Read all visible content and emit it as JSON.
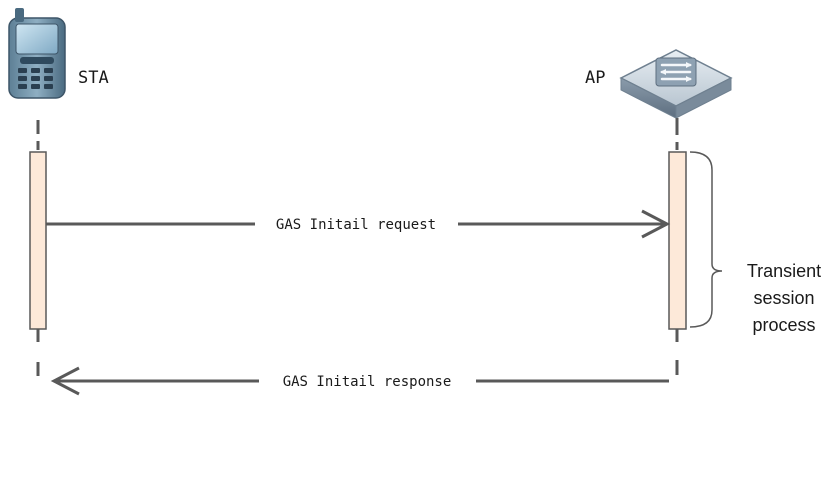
{
  "participants": {
    "sta": {
      "label": "STA",
      "icon": "mobile-phone-icon"
    },
    "ap": {
      "label": "AP",
      "icon": "access-point-icon"
    }
  },
  "messages": [
    {
      "label": "GAS Initail request",
      "from": "STA",
      "to": "AP"
    },
    {
      "label": "GAS Initail response",
      "from": "AP",
      "to": "STA"
    }
  ],
  "annotation": {
    "line1": "Transient",
    "line2": "session",
    "line3": "process"
  },
  "colors": {
    "arrow": "#595959",
    "lifeline": "#595959",
    "activation_fill": "#fde9d9",
    "activation_stroke": "#595959",
    "text": "#1a1a1a"
  }
}
